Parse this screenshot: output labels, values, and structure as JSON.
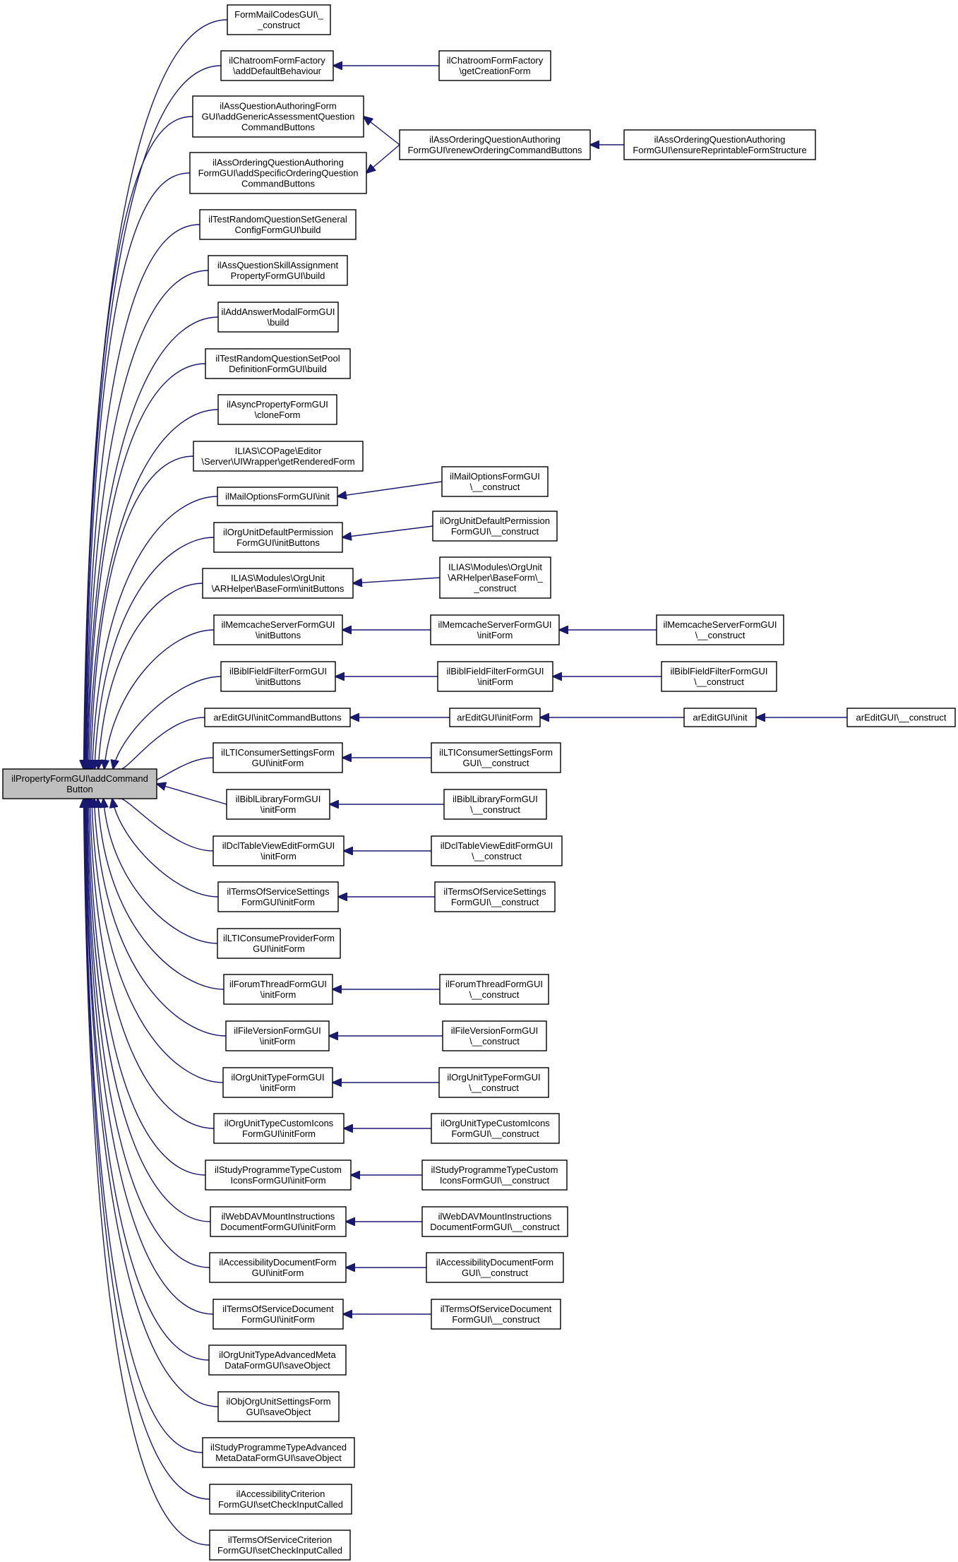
{
  "diagram": {
    "root": [
      "ilPropertyFormGUI\\addCommand",
      "Button"
    ],
    "nodes": [
      {
        "id": "n_fmc",
        "lines": [
          "FormMailCodesGUI\\_",
          "_construct"
        ]
      },
      {
        "id": "n_chat_add",
        "lines": [
          "ilChatroomFormFactory",
          "\\addDefaultBehaviour"
        ]
      },
      {
        "id": "n_chat_get",
        "lines": [
          "ilChatroomFormFactory",
          "\\getCreationForm"
        ]
      },
      {
        "id": "n_aqa",
        "lines": [
          "ilAssQuestionAuthoringForm",
          "GUI\\addGenericAssessmentQuestion",
          "CommandButtons"
        ]
      },
      {
        "id": "n_aoq_add",
        "lines": [
          "ilAssOrderingQuestionAuthoring",
          "FormGUI\\addSpecificOrderingQuestion",
          "CommandButtons"
        ]
      },
      {
        "id": "n_aoq_renew",
        "lines": [
          "ilAssOrderingQuestionAuthoring",
          "FormGUI\\renewOrderingCommandButtons"
        ]
      },
      {
        "id": "n_aoq_ens",
        "lines": [
          "ilAssOrderingQuestionAuthoring",
          "FormGUI\\ensureReprintableFormStructure"
        ]
      },
      {
        "id": "n_trqsg",
        "lines": [
          "ilTestRandomQuestionSetGeneral",
          "ConfigFormGUI\\build"
        ]
      },
      {
        "id": "n_aqsa",
        "lines": [
          "ilAssQuestionSkillAssignment",
          "PropertyFormGUI\\build"
        ]
      },
      {
        "id": "n_aam",
        "lines": [
          "ilAddAnswerModalFormGUI",
          "\\build"
        ]
      },
      {
        "id": "n_trqsp",
        "lines": [
          "ilTestRandomQuestionSetPool",
          "DefinitionFormGUI\\build"
        ]
      },
      {
        "id": "n_async",
        "lines": [
          "ilAsyncPropertyFormGUI",
          "\\cloneForm"
        ]
      },
      {
        "id": "n_copage",
        "lines": [
          "ILIAS\\COPage\\Editor",
          "\\Server\\UIWrapper\\getRenderedForm"
        ]
      },
      {
        "id": "n_mail_init",
        "lines": [
          "ilMailOptionsFormGUI\\init"
        ]
      },
      {
        "id": "n_mail_con",
        "lines": [
          "ilMailOptionsFormGUI",
          "\\__construct"
        ]
      },
      {
        "id": "n_oudp_init",
        "lines": [
          "ilOrgUnitDefaultPermission",
          "FormGUI\\initButtons"
        ]
      },
      {
        "id": "n_oudp_con",
        "lines": [
          "ilOrgUnitDefaultPermission",
          "FormGUI\\__construct"
        ]
      },
      {
        "id": "n_bf_init",
        "lines": [
          "ILIAS\\Modules\\OrgUnit",
          "\\ARHelper\\BaseForm\\initButtons"
        ]
      },
      {
        "id": "n_bf_con",
        "lines": [
          "ILIAS\\Modules\\OrgUnit",
          "\\ARHelper\\BaseForm\\_",
          "_construct"
        ]
      },
      {
        "id": "n_mc_btn",
        "lines": [
          "ilMemcacheServerFormGUI",
          "\\initButtons"
        ]
      },
      {
        "id": "n_mc_form",
        "lines": [
          "ilMemcacheServerFormGUI",
          "\\initForm"
        ]
      },
      {
        "id": "n_mc_con",
        "lines": [
          "ilMemcacheServerFormGUI",
          "\\__construct"
        ]
      },
      {
        "id": "n_bff_btn",
        "lines": [
          "ilBiblFieldFilterFormGUI",
          "\\initButtons"
        ]
      },
      {
        "id": "n_bff_form",
        "lines": [
          "ilBiblFieldFilterFormGUI",
          "\\initForm"
        ]
      },
      {
        "id": "n_bff_con",
        "lines": [
          "ilBiblFieldFilterFormGUI",
          "\\__construct"
        ]
      },
      {
        "id": "n_ar_cmd",
        "lines": [
          "arEditGUI\\initCommandButtons"
        ]
      },
      {
        "id": "n_ar_form",
        "lines": [
          "arEditGUI\\initForm"
        ]
      },
      {
        "id": "n_ar_init",
        "lines": [
          "arEditGUI\\init"
        ]
      },
      {
        "id": "n_ar_con",
        "lines": [
          "arEditGUI\\__construct"
        ]
      },
      {
        "id": "n_lti_form",
        "lines": [
          "ilLTIConsumerSettingsForm",
          "GUI\\initForm"
        ]
      },
      {
        "id": "n_lti_con",
        "lines": [
          "ilLTIConsumerSettingsForm",
          "GUI\\__construct"
        ]
      },
      {
        "id": "n_bl_form",
        "lines": [
          "ilBiblLibraryFormGUI",
          "\\initForm"
        ]
      },
      {
        "id": "n_bl_con",
        "lines": [
          "ilBiblLibraryFormGUI",
          "\\__construct"
        ]
      },
      {
        "id": "n_dcl_form",
        "lines": [
          "ilDclTableViewEditFormGUI",
          "\\initForm"
        ]
      },
      {
        "id": "n_dcl_con",
        "lines": [
          "ilDclTableViewEditFormGUI",
          "\\__construct"
        ]
      },
      {
        "id": "n_tos_form",
        "lines": [
          "ilTermsOfServiceSettings",
          "FormGUI\\initForm"
        ]
      },
      {
        "id": "n_tos_con",
        "lines": [
          "ilTermsOfServiceSettings",
          "FormGUI\\__construct"
        ]
      },
      {
        "id": "n_ltip",
        "lines": [
          "ilLTIConsumeProviderForm",
          "GUI\\initForm"
        ]
      },
      {
        "id": "n_ft_form",
        "lines": [
          "ilForumThreadFormGUI",
          "\\initForm"
        ]
      },
      {
        "id": "n_ft_con",
        "lines": [
          "ilForumThreadFormGUI",
          "\\__construct"
        ]
      },
      {
        "id": "n_fv_form",
        "lines": [
          "ilFileVersionFormGUI",
          "\\initForm"
        ]
      },
      {
        "id": "n_fv_con",
        "lines": [
          "ilFileVersionFormGUI",
          "\\__construct"
        ]
      },
      {
        "id": "n_out_form",
        "lines": [
          "ilOrgUnitTypeFormGUI",
          "\\initForm"
        ]
      },
      {
        "id": "n_out_con",
        "lines": [
          "ilOrgUnitTypeFormGUI",
          "\\__construct"
        ]
      },
      {
        "id": "n_outc_form",
        "lines": [
          "ilOrgUnitTypeCustomIcons",
          "FormGUI\\initForm"
        ]
      },
      {
        "id": "n_outc_con",
        "lines": [
          "ilOrgUnitTypeCustomIcons",
          "FormGUI\\__construct"
        ]
      },
      {
        "id": "n_sptc_form",
        "lines": [
          "ilStudyProgrammeTypeCustom",
          "IconsFormGUI\\initForm"
        ]
      },
      {
        "id": "n_sptc_con",
        "lines": [
          "ilStudyProgrammeTypeCustom",
          "IconsFormGUI\\__construct"
        ]
      },
      {
        "id": "n_wd_form",
        "lines": [
          "ilWebDAVMountInstructions",
          "DocumentFormGUI\\initForm"
        ]
      },
      {
        "id": "n_wd_con",
        "lines": [
          "ilWebDAVMountInstructions",
          "DocumentFormGUI\\__construct"
        ]
      },
      {
        "id": "n_acc_form",
        "lines": [
          "ilAccessibilityDocumentForm",
          "GUI\\initForm"
        ]
      },
      {
        "id": "n_acc_con",
        "lines": [
          "ilAccessibilityDocumentForm",
          "GUI\\__construct"
        ]
      },
      {
        "id": "n_tosd_form",
        "lines": [
          "ilTermsOfServiceDocument",
          "FormGUI\\initForm"
        ]
      },
      {
        "id": "n_tosd_con",
        "lines": [
          "ilTermsOfServiceDocument",
          "FormGUI\\__construct"
        ]
      },
      {
        "id": "n_outam",
        "lines": [
          "ilOrgUnitTypeAdvancedMeta",
          "DataFormGUI\\saveObject"
        ]
      },
      {
        "id": "n_oous",
        "lines": [
          "ilObjOrgUnitSettingsForm",
          "GUI\\saveObject"
        ]
      },
      {
        "id": "n_spta",
        "lines": [
          "ilStudyProgrammeTypeAdvanced",
          "MetaDataFormGUI\\saveObject"
        ]
      },
      {
        "id": "n_accc",
        "lines": [
          "ilAccessibilityCriterion",
          "FormGUI\\setCheckInputCalled"
        ]
      },
      {
        "id": "n_tosc",
        "lines": [
          "ilTermsOfServiceCriterion",
          "FormGUI\\setCheckInputCalled"
        ]
      }
    ],
    "edges": [
      [
        "n_fmc",
        "root"
      ],
      [
        "n_chat_add",
        "root"
      ],
      [
        "n_aqa",
        "root"
      ],
      [
        "n_aoq_add",
        "root"
      ],
      [
        "n_trqsg",
        "root"
      ],
      [
        "n_aqsa",
        "root"
      ],
      [
        "n_aam",
        "root"
      ],
      [
        "n_trqsp",
        "root"
      ],
      [
        "n_async",
        "root"
      ],
      [
        "n_copage",
        "root"
      ],
      [
        "n_mail_init",
        "root"
      ],
      [
        "n_oudp_init",
        "root"
      ],
      [
        "n_bf_init",
        "root"
      ],
      [
        "n_mc_btn",
        "root"
      ],
      [
        "n_bff_btn",
        "root"
      ],
      [
        "n_ar_cmd",
        "root"
      ],
      [
        "n_lti_form",
        "root"
      ],
      [
        "n_bl_form",
        "root"
      ],
      [
        "n_dcl_form",
        "root"
      ],
      [
        "n_tos_form",
        "root"
      ],
      [
        "n_ltip",
        "root"
      ],
      [
        "n_ft_form",
        "root"
      ],
      [
        "n_fv_form",
        "root"
      ],
      [
        "n_out_form",
        "root"
      ],
      [
        "n_outc_form",
        "root"
      ],
      [
        "n_sptc_form",
        "root"
      ],
      [
        "n_wd_form",
        "root"
      ],
      [
        "n_acc_form",
        "root"
      ],
      [
        "n_tosd_form",
        "root"
      ],
      [
        "n_outam",
        "root"
      ],
      [
        "n_oous",
        "root"
      ],
      [
        "n_spta",
        "root"
      ],
      [
        "n_accc",
        "root"
      ],
      [
        "n_tosc",
        "root"
      ],
      [
        "n_chat_get",
        "n_chat_add"
      ],
      [
        "n_aoq_renew",
        "n_aqa"
      ],
      [
        "n_aoq_renew",
        "n_aoq_add"
      ],
      [
        "n_aoq_ens",
        "n_aoq_renew"
      ],
      [
        "n_mail_con",
        "n_mail_init"
      ],
      [
        "n_oudp_con",
        "n_oudp_init"
      ],
      [
        "n_bf_con",
        "n_bf_init"
      ],
      [
        "n_mc_form",
        "n_mc_btn"
      ],
      [
        "n_mc_con",
        "n_mc_form"
      ],
      [
        "n_bff_form",
        "n_bff_btn"
      ],
      [
        "n_bff_con",
        "n_bff_form"
      ],
      [
        "n_ar_form",
        "n_ar_cmd"
      ],
      [
        "n_ar_init",
        "n_ar_form"
      ],
      [
        "n_ar_con",
        "n_ar_init"
      ],
      [
        "n_lti_con",
        "n_lti_form"
      ],
      [
        "n_bl_con",
        "n_bl_form"
      ],
      [
        "n_dcl_con",
        "n_dcl_form"
      ],
      [
        "n_tos_con",
        "n_tos_form"
      ],
      [
        "n_ft_con",
        "n_ft_form"
      ],
      [
        "n_fv_con",
        "n_fv_form"
      ],
      [
        "n_out_con",
        "n_out_form"
      ],
      [
        "n_outc_con",
        "n_outc_form"
      ],
      [
        "n_sptc_con",
        "n_sptc_form"
      ],
      [
        "n_wd_con",
        "n_wd_form"
      ],
      [
        "n_acc_con",
        "n_acc_form"
      ],
      [
        "n_tosd_con",
        "n_tosd_form"
      ]
    ],
    "colors": {
      "edge": "#191970",
      "root_fill": "#bfbfbf",
      "node_fill": "#ffffff",
      "node_stroke": "#000000"
    }
  }
}
